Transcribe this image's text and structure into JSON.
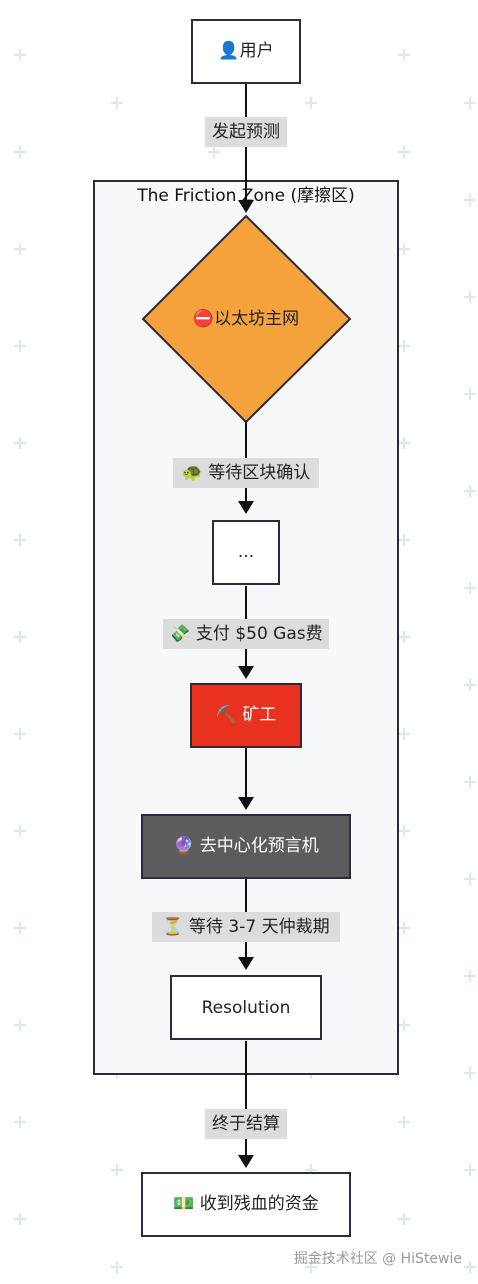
{
  "nodes": {
    "user": {
      "label": "👤用户"
    },
    "eth": {
      "label": "⛔以太坊主网"
    },
    "ellipsis": {
      "label": "..."
    },
    "miner": {
      "label": "⛏️ 矿工"
    },
    "oracle": {
      "label": "🔮 去中心化预言机"
    },
    "resolution": {
      "label": "Resolution"
    },
    "funds": {
      "label": "💵 收到残血的资金"
    }
  },
  "zone": {
    "title": "The Friction Zone (摩擦区)"
  },
  "edges": {
    "e1": "发起预测",
    "e2": "🐢 等待区块确认",
    "e3": "💸 支付 $50 Gas费",
    "e4": "⏳ 等待 3-7 天仲裁期",
    "e5": "终于结算"
  },
  "watermark": "掘金技术社区 @ HiStewie",
  "colors": {
    "eth_fill": "#f4a23c",
    "miner_fill": "#e8311f",
    "oracle_fill": "#5c5c5c",
    "zone_fill": "#f7f8fa",
    "edge_label_bg": "#dcdcdc"
  }
}
